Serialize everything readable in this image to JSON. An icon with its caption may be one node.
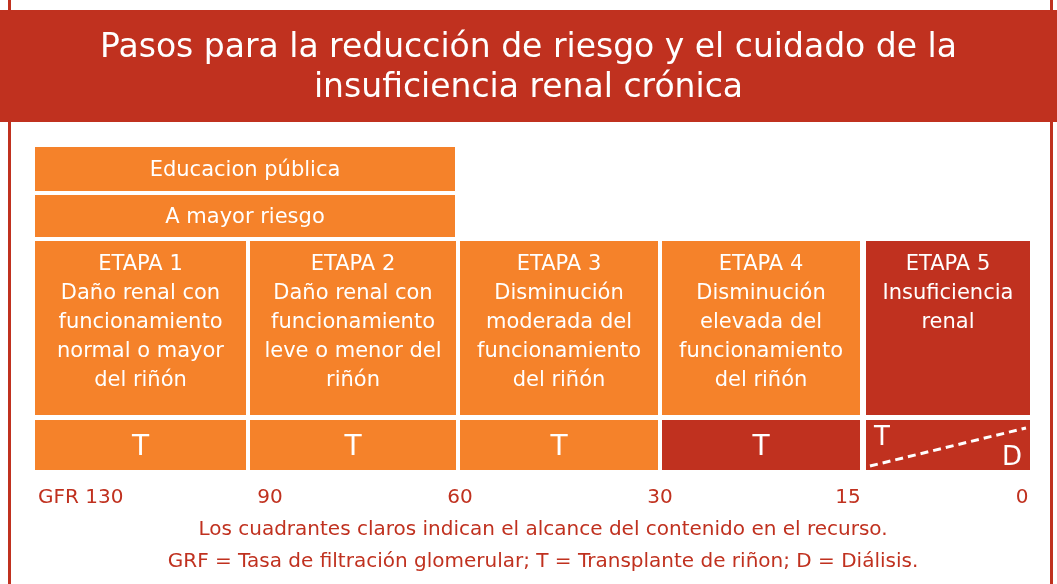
{
  "diagram": {
    "title": "Pasos para la reducción de riesgo y el cuidado de la insuficiencia renal crónica",
    "nodes": [
      {
        "text": [
          "Educacion pública"
        ]
      },
      {
        "text": [
          "A mayor riesgo"
        ]
      },
      {
        "text": [
          "ETAPA 1",
          "Daño renal con funcionamiento normal o mayor del riñón"
        ]
      },
      {
        "text": [
          "ETAPA 2",
          "Daño renal con funcionamiento leve o menor del riñón"
        ]
      },
      {
        "text": [
          "ETAPA 3",
          "Disminución moderada del funcionamiento del riñón"
        ]
      },
      {
        "text": [
          "ETAPA 4",
          "Disminución elevada del funcionamiento del riñón"
        ]
      },
      {
        "text": [
          "ETAPA 5",
          "Insuficiencia renal"
        ]
      },
      {
        "text": [
          "T"
        ]
      },
      {
        "text": [
          "T"
        ]
      },
      {
        "text": [
          "T"
        ]
      },
      {
        "text": [
          "T"
        ]
      },
      {
        "text": [
          "T",
          "D"
        ]
      }
    ],
    "labels": [
      "GFR 130",
      "90",
      "60",
      "30",
      "15",
      "0",
      "Los cuadrantes claros indican el alcance del contenido en el recurso.",
      "GRF =  Tasa de filtración glomerular; T = Transplante de riñon; D = Diálisis."
    ]
  }
}
